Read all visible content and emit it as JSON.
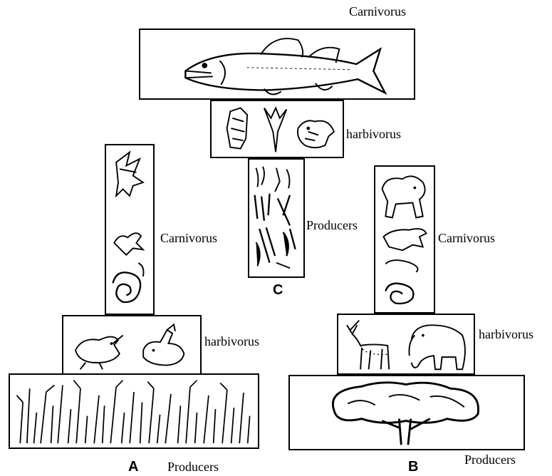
{
  "pyramid_a": {
    "letter": "A",
    "carnivores_label": "Carnivorus",
    "herbivores_label": "harbivorus",
    "producers_label": "Producers"
  },
  "pyramid_b": {
    "letter": "B",
    "carnivores_label": "Carnivorus",
    "herbivores_label": "harbivorus",
    "producers_label": "Producers"
  },
  "pyramid_c": {
    "letter": "C",
    "carnivores_label": "Carnivorus",
    "herbivores_label": "harbivorus",
    "producers_label": "Producers"
  }
}
